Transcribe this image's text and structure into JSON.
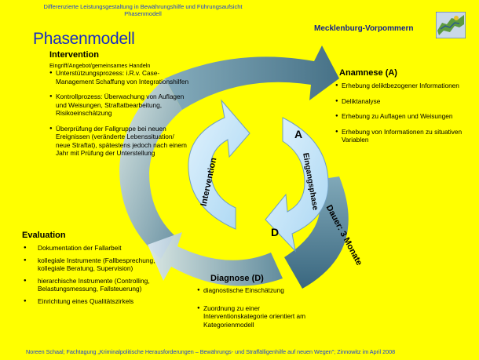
{
  "header": {
    "subtitle_line1": "Differenzierte Leistungsgestaltung in Bewährungshilfe und Führungsaufsicht",
    "subtitle_line2": "Phasenmodell",
    "title": "Phasenmodell",
    "region": "Mecklenburg-Vorpommern"
  },
  "intervention": {
    "heading": "Intervention",
    "subheading": "Eingriff/Angebot/gemeinsames Handeln",
    "items": [
      "Unterstützungsprozess: i.R.v. Case-Management Schaffung von Integrationshilfen",
      "Kontrollprozess: Überwachung von Auflagen und Weisungen, Straftatbearbeitung, Risikoeinschätzung",
      "Überprüfung der Fallgruppe bei neuen Ereignissen (veränderte Lebenssituation/ neue Straftat), spätestens jedoch nach einem Jahr mit Prüfung der Unterstellung"
    ]
  },
  "anamnese": {
    "heading": "Anamnese (A)",
    "items": [
      "Erhebung deliktbezogener Informationen",
      "Deliktanalyse",
      "Erhebung zu Auflagen und Weisungen",
      "Erhebung von Informationen zu situativen Variablen"
    ]
  },
  "evaluation": {
    "heading": "Evaluation",
    "items": [
      "Dokumentation der Fallarbeit",
      "kollegiale Instrumente (Fallbesprechung, kollegiale Beratung, Supervision)",
      "hierarchische Instrumente (Controlling, Belastungsmessung, Fallsteuerung)",
      "Einrichtung eines Qualitätszirkels"
    ]
  },
  "diagnose": {
    "heading": "Diagnose (D)",
    "items": [
      "diagnostische Einschätzung",
      "Zuordnung zu einer Interventionskategorie orientiert am Kategorienmodell"
    ]
  },
  "cycle": {
    "left_arrow_label": "Intervention",
    "right_arrow_label": "Eingangsphase",
    "label_a": "A",
    "label_d": "D",
    "duration_label": "Dauer: 3 Monate"
  },
  "footer": "Noreen Schaal; Fachtagung „Kriminalpolitische Herausforderungen – Bewährungs- und Straffälligenhilfe auf neuen Wegen\"; Zinnowitz im April 2008",
  "colors": {
    "background": "#ffff00",
    "ring_arrow": "#4d7a9c",
    "inner_arrow": "#b8e0f8",
    "title": "#1a2ec0"
  }
}
